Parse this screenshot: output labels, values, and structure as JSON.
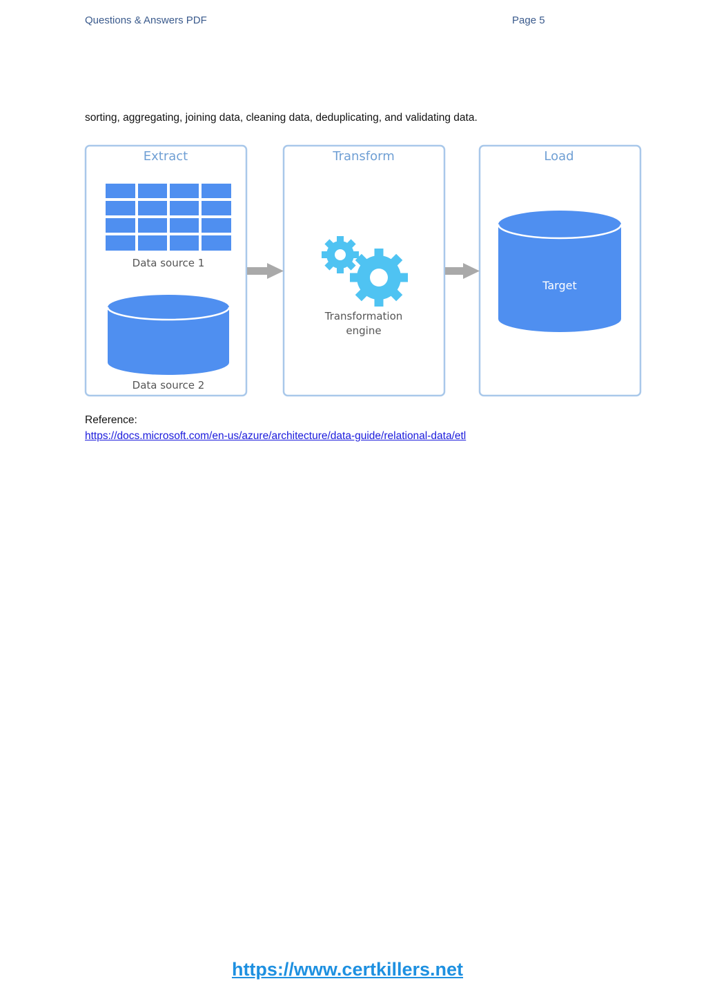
{
  "header": {
    "left": "Questions & Answers PDF",
    "right": "Page 5"
  },
  "body": {
    "text": "sorting, aggregating, joining data, cleaning data, deduplicating, and validating data."
  },
  "diagram": {
    "stages": [
      {
        "title": "Extract"
      },
      {
        "title": "Transform"
      },
      {
        "title": "Load"
      }
    ],
    "data_source_1": "Data source 1",
    "data_source_2": "Data source 2",
    "engine_line1": "Transformation",
    "engine_line2": "engine",
    "target": "Target",
    "colors": {
      "box_border": "#a9c8ea",
      "stage_title": "#6f9fd4",
      "db_blue": "#4f8ff0",
      "gear": "#4fc3f2",
      "arrow": "#a9a9a9",
      "label": "#555555"
    }
  },
  "reference": {
    "label": "Reference:",
    "url": "https://docs.microsoft.com/en-us/azure/architecture/data-guide/relational-data/etl"
  },
  "footer": {
    "url": "https://www.certkillers.net"
  }
}
